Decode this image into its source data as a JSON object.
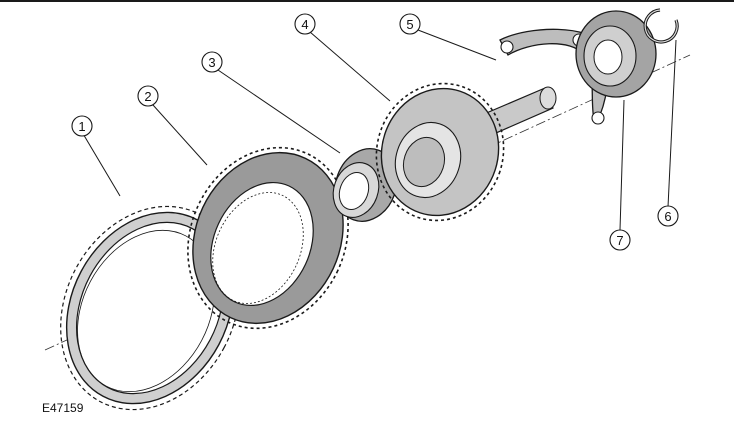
{
  "figure": {
    "id": "E47159"
  },
  "callouts": [
    {
      "number": "1"
    },
    {
      "number": "2"
    },
    {
      "number": "3"
    },
    {
      "number": "4"
    },
    {
      "number": "5"
    },
    {
      "number": "6"
    },
    {
      "number": "7"
    }
  ],
  "colors": {
    "outline": "#1a1a1a",
    "part_fill": "#b8b8b8",
    "part_dark": "#8c8c8c",
    "part_light": "#dcdcdc"
  }
}
